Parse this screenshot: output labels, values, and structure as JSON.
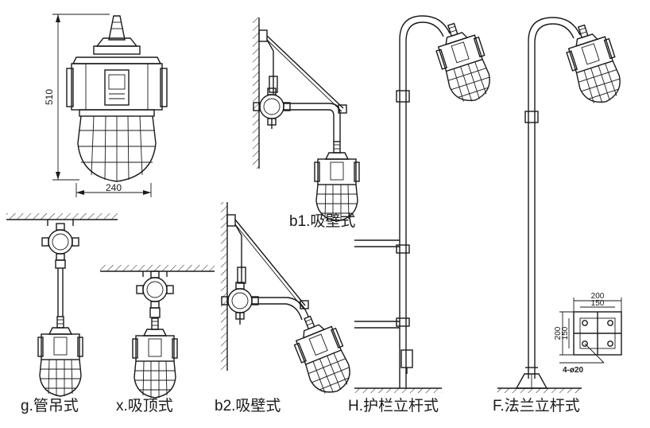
{
  "dimensions": {
    "height": "510",
    "width": "240",
    "flange_outer": "200",
    "flange_inner": "150",
    "flange_height_outer": "200",
    "flange_height_inner": "150",
    "bolt_holes": "4-ø20"
  },
  "captions": {
    "b1": "b1.吸壁式",
    "g": "g.管吊式",
    "x": "x.吸顶式",
    "b2": "b2.吸壁式",
    "h": "H.护栏立杆式",
    "f": "F.法兰立杆式"
  },
  "colors": {
    "ink": "#1a1a1a",
    "paper": "#ffffff"
  }
}
